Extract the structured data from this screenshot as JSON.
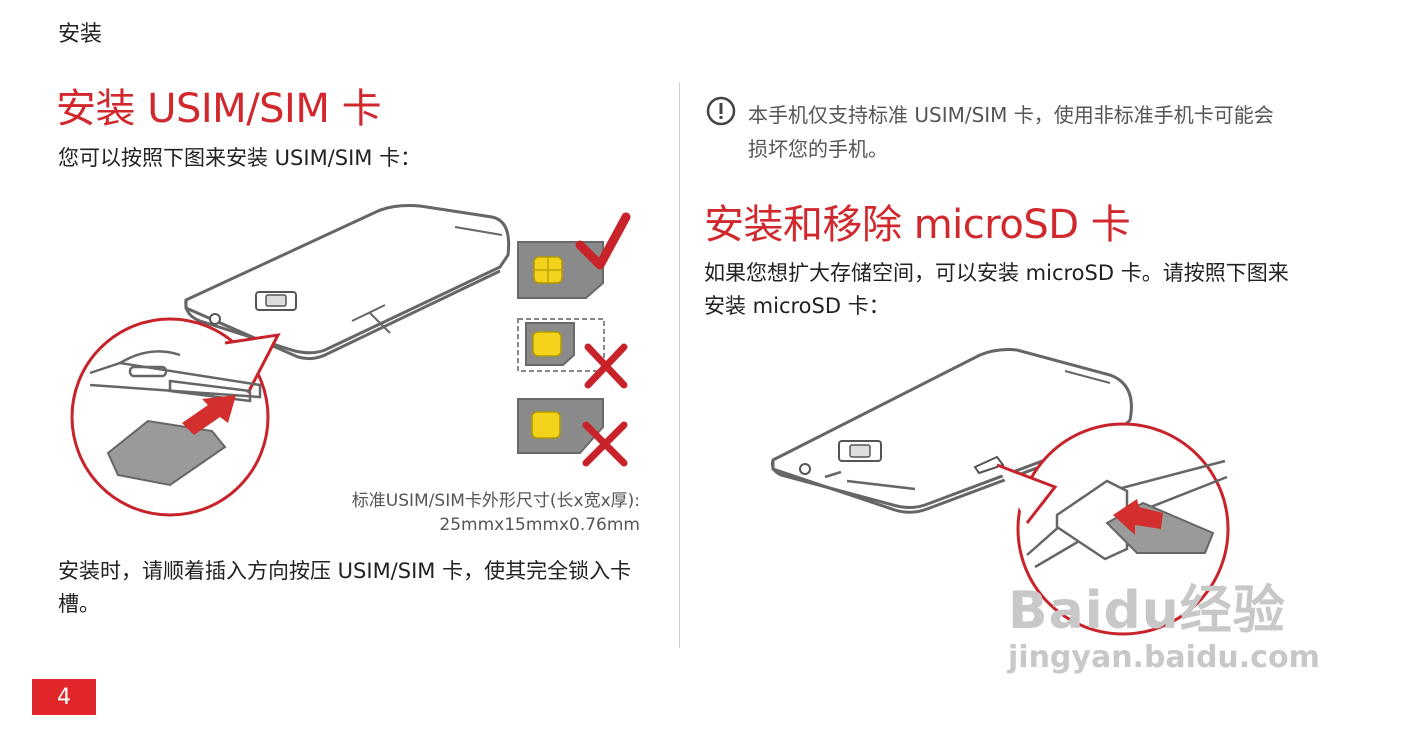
{
  "header": {
    "section": "安装"
  },
  "left": {
    "title": "安装 USIM/SIM 卡",
    "intro": "您可以按照下图来安装 USIM/SIM 卡：",
    "caption_line1": "标准USIM/SIM卡外形尺寸(长x宽x厚):",
    "caption_line2": "25mmx15mmx0.76mm",
    "instruction": "安装时，请顺着插入方向按压 USIM/SIM 卡，使其完全锁入卡槽。"
  },
  "right": {
    "note": "本手机仅支持标准 USIM/SIM 卡，使用非标准手机卡可能会损坏您的手机。",
    "title": "安装和移除 microSD 卡",
    "intro": "如果您想扩大存储空间，可以安装 microSD 卡。请按照下图来安装 microSD 卡："
  },
  "watermark": {
    "brand": "Baidu经验",
    "url": "jingyan.baidu.com"
  },
  "footer": {
    "page_number": "4"
  },
  "colors": {
    "accent": "#d0282c",
    "chip": "#f2d21b",
    "card_gray": "#8c8c8c"
  },
  "icons": {
    "note": "exclamation-circle-icon",
    "ok": "checkmark-icon",
    "bad": "cross-icon"
  }
}
